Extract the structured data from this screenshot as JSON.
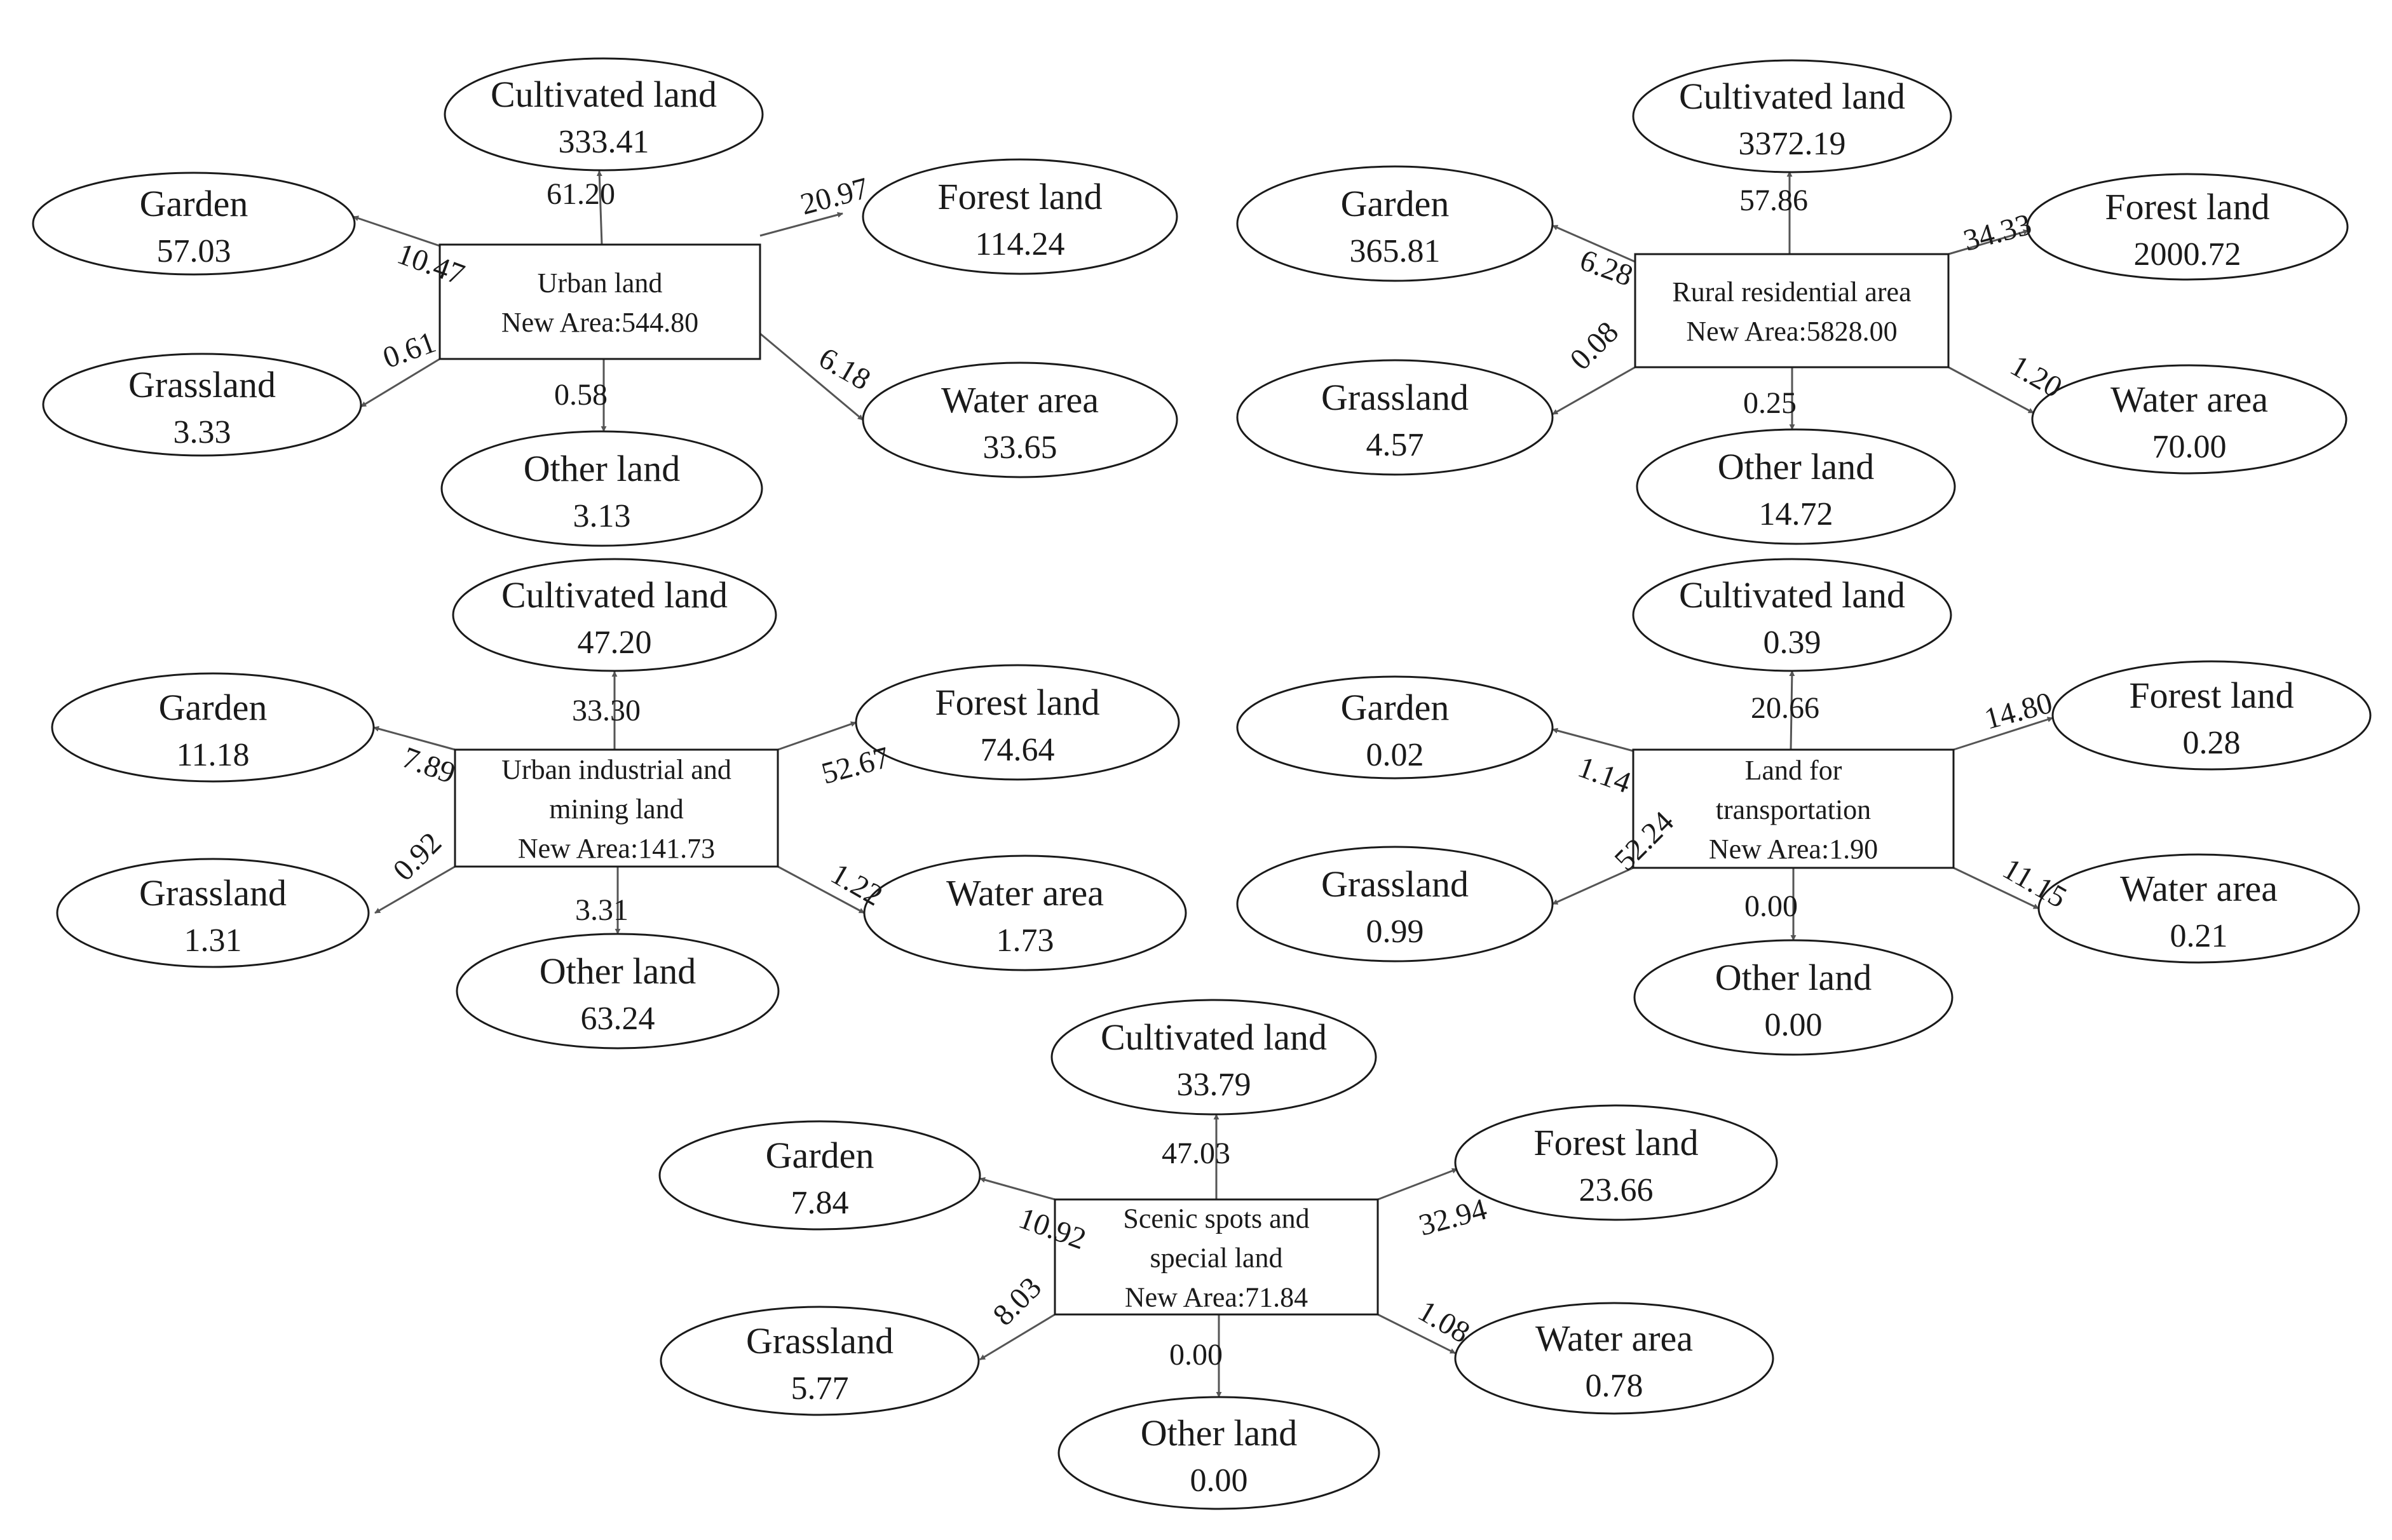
{
  "diagrams": [
    {
      "center_lines": [
        "Urban land",
        "New Area:544.80"
      ],
      "nodes": {
        "cultivated": {
          "name": "Cultivated land",
          "value": "333.41"
        },
        "garden": {
          "name": "Garden",
          "value": "57.03"
        },
        "forest": {
          "name": "Forest land",
          "value": "114.24"
        },
        "grassland": {
          "name": "Grassland",
          "value": "3.33"
        },
        "water": {
          "name": "Water area",
          "value": "33.65"
        },
        "other": {
          "name": "Other land",
          "value": "3.13"
        }
      },
      "flows": {
        "cultivated": "61.20",
        "garden": "10.47",
        "forest": "20.97",
        "grassland": "0.61",
        "water": "6.18",
        "other": "0.58"
      }
    },
    {
      "center_lines": [
        "Rural residential area",
        "New Area:5828.00"
      ],
      "nodes": {
        "cultivated": {
          "name": "Cultivated land",
          "value": "3372.19"
        },
        "garden": {
          "name": "Garden",
          "value": "365.81"
        },
        "forest": {
          "name": "Forest land",
          "value": "2000.72"
        },
        "grassland": {
          "name": "Grassland",
          "value": "4.57"
        },
        "water": {
          "name": "Water area",
          "value": "70.00"
        },
        "other": {
          "name": "Other land",
          "value": "14.72"
        }
      },
      "flows": {
        "cultivated": "57.86",
        "garden": "6.28",
        "forest": "34.33",
        "grassland": "0.08",
        "water": "1.20",
        "other": "0.25"
      }
    },
    {
      "center_lines": [
        "Urban industrial and",
        "mining land",
        "New Area:141.73"
      ],
      "nodes": {
        "cultivated": {
          "name": "Cultivated land",
          "value": "47.20"
        },
        "garden": {
          "name": "Garden",
          "value": "11.18"
        },
        "forest": {
          "name": "Forest land",
          "value": "74.64"
        },
        "grassland": {
          "name": "Grassland",
          "value": "1.31"
        },
        "water": {
          "name": "Water area",
          "value": "1.73"
        },
        "other": {
          "name": "Other land",
          "value": "63.24"
        }
      },
      "flows": {
        "cultivated": "33.30",
        "garden": "7.89",
        "forest": "52.67",
        "grassland": "0.92",
        "water": "1.22",
        "other": "3.31"
      }
    },
    {
      "center_lines": [
        "Land for",
        "transportation",
        "New Area:1.90"
      ],
      "nodes": {
        "cultivated": {
          "name": "Cultivated land",
          "value": "0.39"
        },
        "garden": {
          "name": "Garden",
          "value": "0.02"
        },
        "forest": {
          "name": "Forest land",
          "value": "0.28"
        },
        "grassland": {
          "name": "Grassland",
          "value": "0.99"
        },
        "water": {
          "name": "Water area",
          "value": "0.21"
        },
        "other": {
          "name": "Other land",
          "value": "0.00"
        }
      },
      "flows": {
        "cultivated": "20.66",
        "garden": "1.14",
        "forest": "14.80",
        "grassland": "52.24",
        "water": "11.15",
        "other": "0.00"
      }
    },
    {
      "center_lines": [
        "Scenic spots and",
        "special land",
        "New Area:71.84"
      ],
      "nodes": {
        "cultivated": {
          "name": "Cultivated land",
          "value": "33.79"
        },
        "garden": {
          "name": "Garden",
          "value": "7.84"
        },
        "forest": {
          "name": "Forest land",
          "value": "23.66"
        },
        "grassland": {
          "name": "Grassland",
          "value": "5.77"
        },
        "water": {
          "name": "Water area",
          "value": "0.78"
        },
        "other": {
          "name": "Other land",
          "value": "0.00"
        }
      },
      "flows": {
        "cultivated": "47.03",
        "garden": "10.92",
        "forest": "32.94",
        "grassland": "8.03",
        "water": "1.08",
        "other": "0.00"
      }
    }
  ]
}
